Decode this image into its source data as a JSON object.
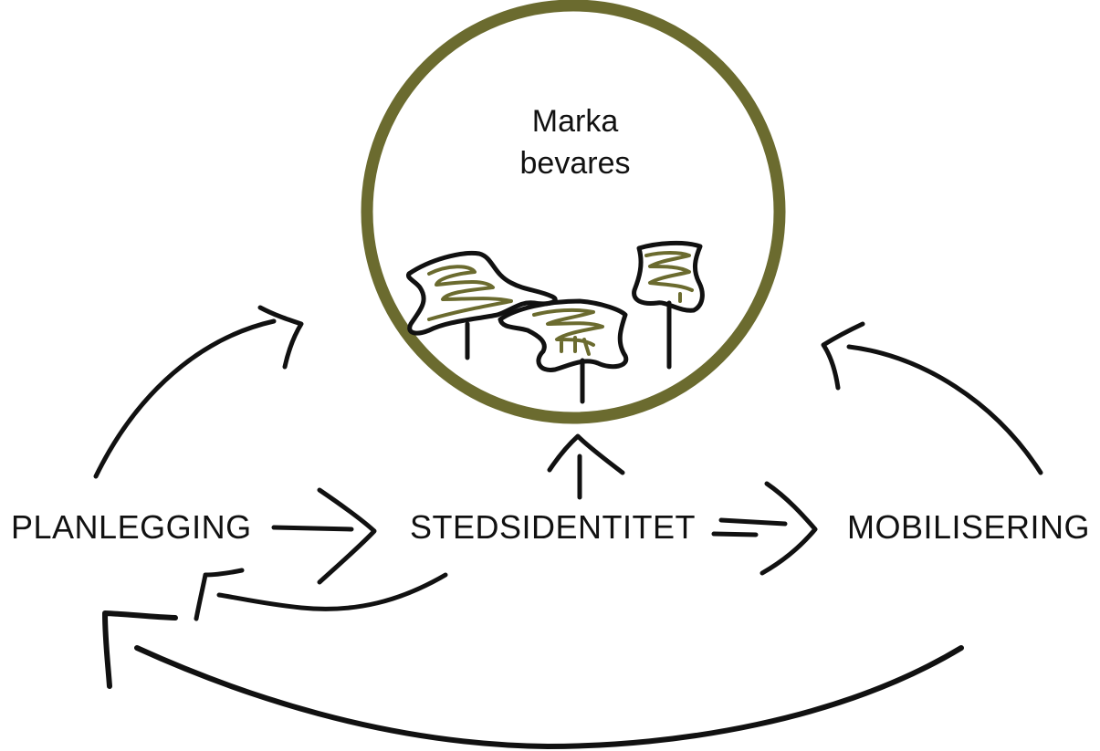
{
  "colors": {
    "circle_stroke": "#6b6b2f",
    "ink": "#111111",
    "tree_fill": "#6b6b2f",
    "background": "#ffffff"
  },
  "circle": {
    "title_line1": "Marka",
    "title_line2": "bevares",
    "icon_names": [
      "tree-icon",
      "tree-icon",
      "tree-icon"
    ]
  },
  "nodes": {
    "left": "PLANLEGGING",
    "center": "STEDSIDENTITET",
    "right": "MOBILISERING"
  },
  "arrows": [
    {
      "from": "PLANLEGGING",
      "to": "STEDSIDENTITET"
    },
    {
      "from": "STEDSIDENTITET",
      "to": "MOBILISERING"
    },
    {
      "from": "STEDSIDENTITET",
      "to": "Marka bevares"
    },
    {
      "from": "PLANLEGGING",
      "to": "Marka bevares"
    },
    {
      "from": "MOBILISERING",
      "to": "Marka bevares"
    },
    {
      "from": "STEDSIDENTITET",
      "to": "PLANLEGGING"
    },
    {
      "from": "MOBILISERING",
      "to": "PLANLEGGING"
    }
  ]
}
